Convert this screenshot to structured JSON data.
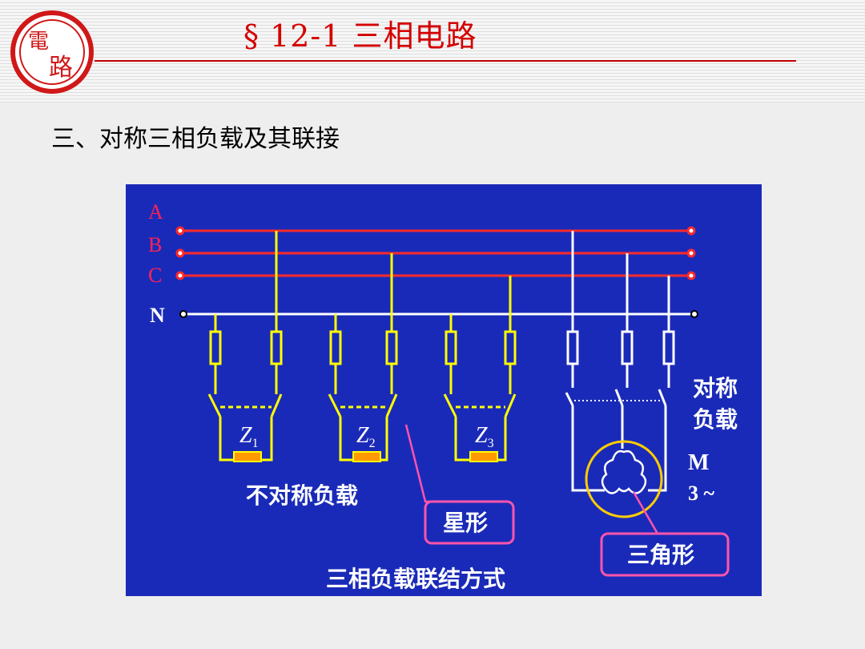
{
  "logo": {
    "char_top": "電",
    "char_bottom": "路"
  },
  "header": {
    "title": "§ 12-1  三相电路"
  },
  "section": {
    "heading": "三、对称三相负载及其联接"
  },
  "diagram": {
    "background": "#1a2ab8",
    "colors": {
      "phase_line": "#ff2a2a",
      "neutral_line": "#ffffff",
      "wire": "#ffff00",
      "load": "#ff9900",
      "callout": "#ff55aa",
      "motor_ring": "#ffcc00",
      "label": "#ffffff",
      "phase_label": "#ff2255"
    },
    "line_labels": {
      "a": "A",
      "b": "B",
      "c": "C",
      "n": "N"
    },
    "loads": [
      {
        "sym": "Z",
        "sub": "1"
      },
      {
        "sym": "Z",
        "sub": "2"
      },
      {
        "sym": "Z",
        "sub": "3"
      }
    ],
    "labels": {
      "unbalanced": "不对称负载",
      "balanced_line1": "对称",
      "balanced_line2": "负载",
      "motor_m": "M",
      "motor_phase": "3 ~",
      "star": "星形",
      "delta": "三角形",
      "caption": "三相负载联结方式"
    }
  }
}
